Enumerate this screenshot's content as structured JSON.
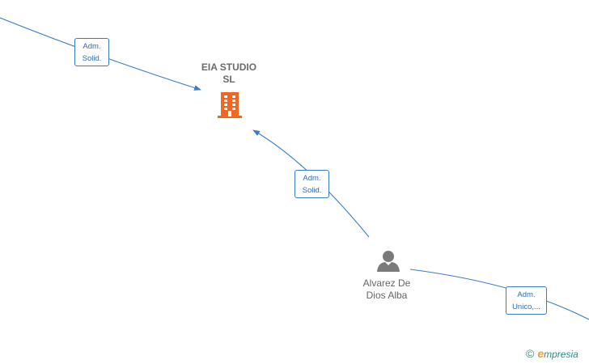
{
  "company": {
    "name_line1": "EIA STUDIO",
    "name_line2": "SL",
    "icon": "building-icon",
    "color": "#f26522"
  },
  "person": {
    "name_line1": "Alvarez De",
    "name_line2": "Dios Alba",
    "icon": "person-icon",
    "color": "#7a7a7a"
  },
  "edges": [
    {
      "label_line1": "Adm.",
      "label_line2": "Solid."
    },
    {
      "label_line1": "Adm.",
      "label_line2": "Solid."
    },
    {
      "label_line1": "Adm.",
      "label_line2": "Unico,..."
    }
  ],
  "edge_color": "#3b7cc4",
  "brand": {
    "copyright": "©",
    "first_letter": "e",
    "rest": "mpresia"
  }
}
